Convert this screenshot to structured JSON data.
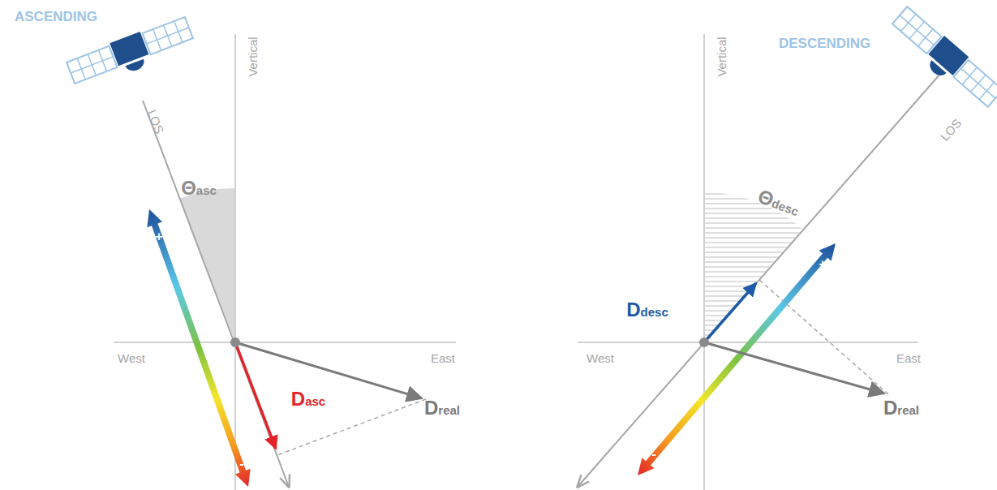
{
  "diagram": {
    "labels": [
      "ASCENDING",
      "Vertical",
      "LOS",
      "Θasc",
      "West",
      "East",
      "Dasc",
      "Dreal",
      "+",
      "-",
      "DESCENDING",
      "Vertical",
      "LOS",
      "Θdesc",
      "West",
      "East",
      "Ddesc",
      "Dreal",
      "+",
      "-"
    ]
  }
}
